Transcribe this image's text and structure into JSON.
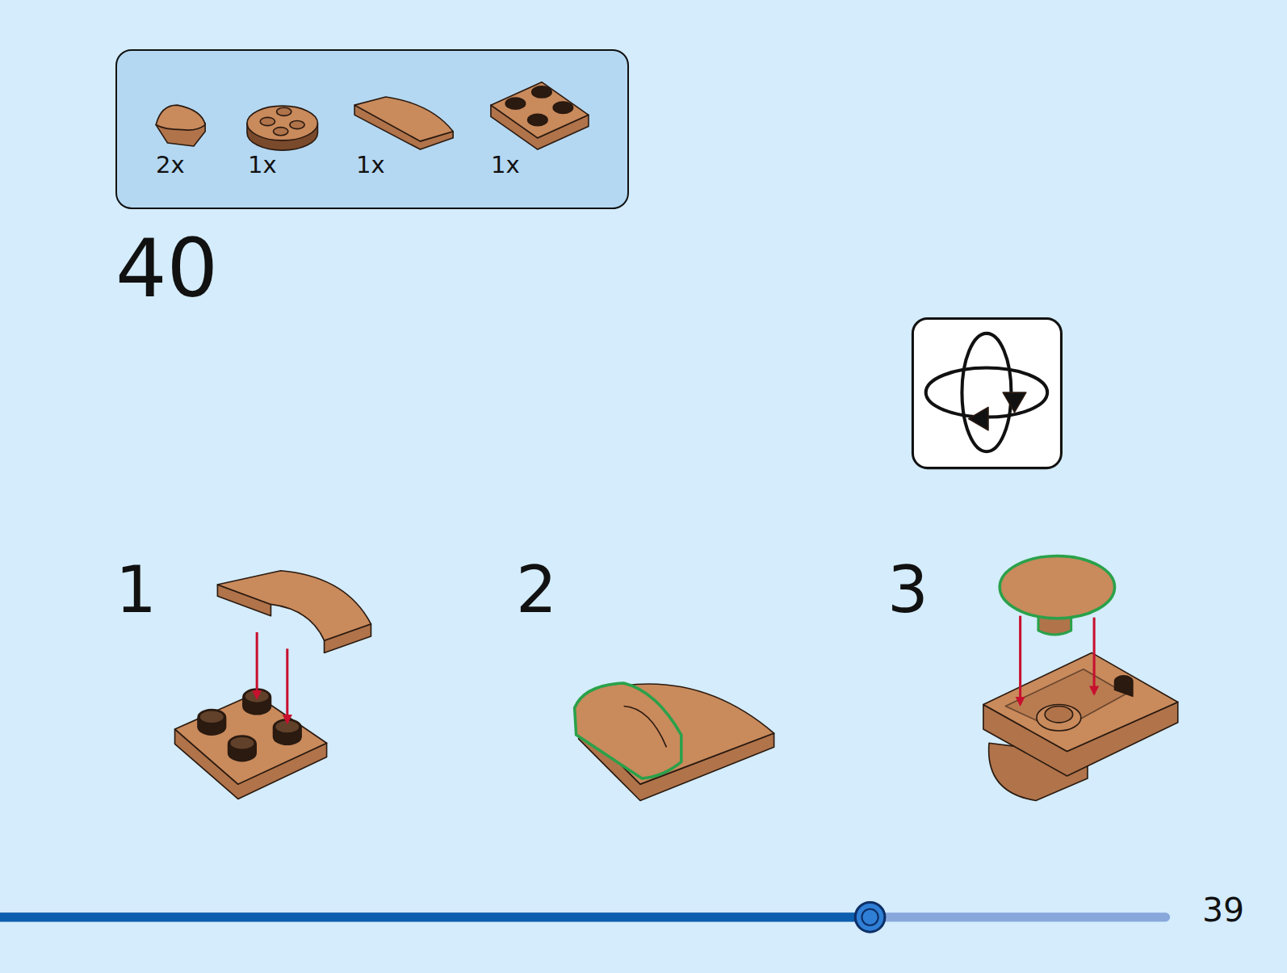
{
  "diagram": {
    "nodes": [
      {
        "text": [
          "2x",
          "1x",
          "1x",
          "1x"
        ]
      }
    ],
    "labels": [
      "40",
      "1",
      "2",
      "3",
      "39"
    ]
  }
}
